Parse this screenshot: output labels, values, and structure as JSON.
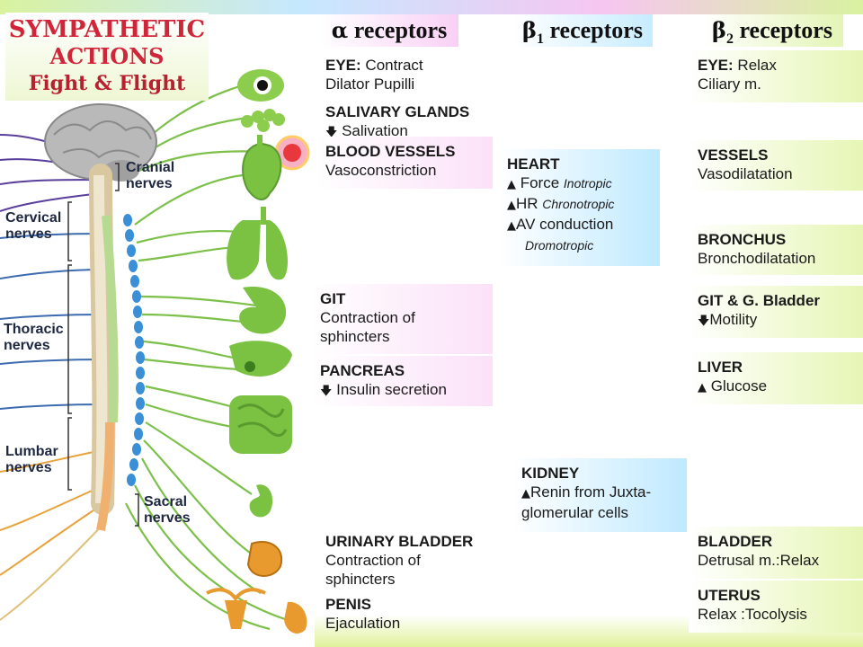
{
  "title": {
    "line1": "SYMPATHETIC",
    "line2": "ACTIONS",
    "line3": "Fight & Flight"
  },
  "headers": {
    "alpha": {
      "symbol": "α",
      "text": " receptors"
    },
    "beta1": {
      "symbol": "β",
      "sub": "1",
      "text": " receptors"
    },
    "beta2": {
      "symbol": "β",
      "sub": "2",
      "text": " receptors"
    }
  },
  "nerves": {
    "cranial": [
      "Cranial",
      "nerves"
    ],
    "cervical": [
      "Cervical",
      "nerves"
    ],
    "thoracic": [
      "Thoracic",
      "nerves"
    ],
    "lumbar": [
      "Lumbar",
      "nerves"
    ],
    "sacral": [
      "Sacral",
      "nerves"
    ]
  },
  "alpha": {
    "eye": {
      "title": "EYE:",
      "l1": " Contract",
      "l2": "Dilator Pupilli"
    },
    "salivary": {
      "title": "SALIVARY GLANDS",
      "l1": " Salivation"
    },
    "vessels": {
      "title": "BLOOD VESSELS",
      "l1": "Vasoconstriction"
    },
    "git": {
      "title": "GIT",
      "l1": "Contraction of",
      "l2": "sphincters"
    },
    "pancreas": {
      "title": "PANCREAS",
      "l1": " Insulin secretion"
    },
    "bladder": {
      "title": "URINARY BLADDER",
      "l1": "Contraction of",
      "l2": "sphincters"
    },
    "penis": {
      "title": "PENIS",
      "l1": "Ejaculation"
    }
  },
  "beta1": {
    "heart": {
      "title": "HEART",
      "l1": " Force ",
      "l1i": "Inotropic",
      "l2": "HR ",
      "l2i": "Chronotropic",
      "l3": "AV conduction",
      "l4i": "Dromotropic"
    },
    "kidney": {
      "title": "KIDNEY",
      "l1": "Renin from Juxta-",
      "l2": "glomerular cells"
    }
  },
  "beta2": {
    "eye": {
      "title": "EYE:",
      "l1": " Relax",
      "l2": "Ciliary m."
    },
    "vessels": {
      "title": "VESSELS",
      "l1": "Vasodilatation"
    },
    "bronchus": {
      "title": "BRONCHUS",
      "l1": "Bronchodilatation"
    },
    "git": {
      "title": "GIT & G. Bladder",
      "l1": "Motility"
    },
    "liver": {
      "title": "LIVER",
      "l1": " Glucose"
    },
    "bladder": {
      "title": "BLADDER",
      "l1": "Detrusal m.:Relax"
    },
    "uterus": {
      "title": "UTERUS",
      "l1": "Relax :Tocolysis"
    }
  },
  "colors": {
    "title_red": "#d1263a",
    "alpha_pink": "#fbe1f8",
    "beta1_blue": "#bfe9ff",
    "beta2_green": "#e6f6b5",
    "nerve_green": "#7cc04a",
    "ganglion_blue": "#3a8fd6",
    "organ_green": "#7bc142"
  },
  "icons": {
    "down": "arrow-down-icon",
    "up": "arrow-up-icon"
  }
}
